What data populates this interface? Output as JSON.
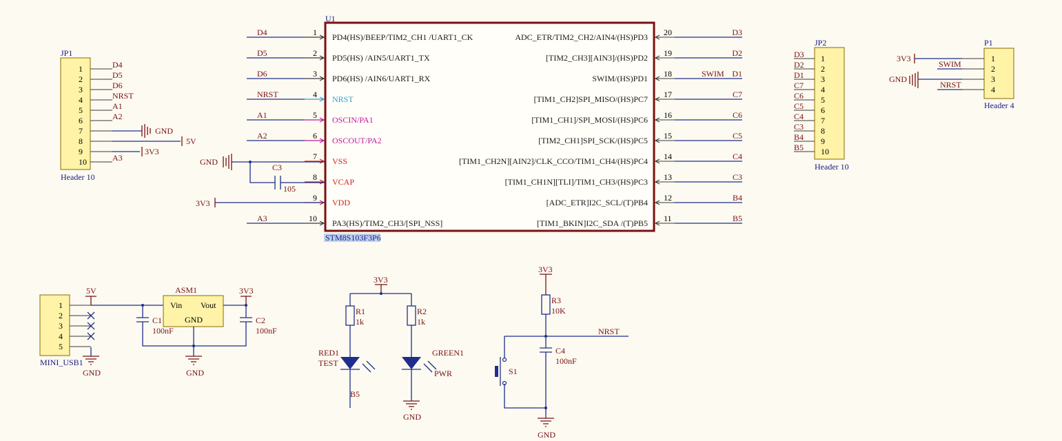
{
  "u1": {
    "designator": "U1",
    "part": "STM8S103F3P6",
    "left_pins": [
      {
        "num": "1",
        "name": "PD4(HS)/BEEP/TIM2_CH1  /UART1_CK",
        "net": "D4",
        "kind": "io"
      },
      {
        "num": "2",
        "name": "PD5(HS) /AIN5/UART1_TX",
        "net": "D5",
        "kind": "io"
      },
      {
        "num": "3",
        "name": "PD6(HS) /AIN6/UART1_RX",
        "net": "D6",
        "kind": "io"
      },
      {
        "num": "4",
        "name": "NRST",
        "net": "NRST",
        "kind": "reset"
      },
      {
        "num": "5",
        "name": "OSCIN/PA1",
        "net": "A1",
        "kind": "osc"
      },
      {
        "num": "6",
        "name": "OSCOUT/PA2",
        "net": "A2",
        "kind": "osc"
      },
      {
        "num": "7",
        "name": "VSS",
        "net": "",
        "kind": "power"
      },
      {
        "num": "8",
        "name": "VCAP",
        "net": "",
        "kind": "power"
      },
      {
        "num": "9",
        "name": "VDD",
        "net": "",
        "kind": "power"
      },
      {
        "num": "10",
        "name": "PA3(HS)/TIM2_CH3/[SPI_NSS]",
        "net": "A3",
        "kind": "io"
      }
    ],
    "right_pins": [
      {
        "num": "20",
        "name": "ADC_ETR/TIM2_CH2/AIN4/(HS)PD3",
        "net": "D3"
      },
      {
        "num": "19",
        "name": "[TIM2_CH3][AIN3]/(HS)PD2",
        "net": "D2"
      },
      {
        "num": "18",
        "name": "SWIM/(HS)PD1",
        "net": "D1",
        "extra": "SWIM"
      },
      {
        "num": "17",
        "name": "[TIM1_CH2]SPI_MISO/(HS)PC7",
        "net": "C7"
      },
      {
        "num": "16",
        "name": "[TIM1_CH1]/SPI_MOSI/(HS)PC6",
        "net": "C6"
      },
      {
        "num": "15",
        "name": "[TIM2_CH1]SPI_SCK/(HS)PC5",
        "net": "C5"
      },
      {
        "num": "14",
        "name": "[TIM1_CH2N][AIN2]/CLK_CCO/TIM1_CH4/(HS)PC4",
        "net": "C4"
      },
      {
        "num": "13",
        "name": "[TIM1_CH1N][TLI]/TIM1_CH3/(HS)PC3",
        "net": "C3"
      },
      {
        "num": "12",
        "name": "[ADC_ETR]I2C_SCL/(T)PB4",
        "net": "B4"
      },
      {
        "num": "11",
        "name": "[TIM1_BKIN]I2C_SDA /(T)PB5",
        "net": "B5"
      }
    ],
    "gnd": "GND",
    "v3": "3V3",
    "cap": {
      "des": "C3",
      "val": "105"
    }
  },
  "jp1": {
    "designator": "JP1",
    "caption": "Header 10",
    "pins": [
      "1",
      "2",
      "3",
      "4",
      "5",
      "6",
      "7",
      "8",
      "9",
      "10"
    ],
    "nets": [
      "D4",
      "D5",
      "D6",
      "NRST",
      "A1",
      "A2",
      "",
      "",
      "",
      "A3"
    ],
    "gnd": "GND",
    "v5": "5V",
    "v3": "3V3"
  },
  "jp2": {
    "designator": "JP2",
    "caption": "Header 10",
    "pins": [
      "1",
      "2",
      "3",
      "4",
      "5",
      "6",
      "7",
      "8",
      "9",
      "10"
    ],
    "nets": [
      "D3",
      "D2",
      "D1",
      "C7",
      "C6",
      "C5",
      "C4",
      "C3",
      "B4",
      "B5"
    ]
  },
  "p1": {
    "designator": "P1",
    "caption": "Header 4",
    "pins": [
      "1",
      "2",
      "3",
      "4"
    ],
    "v3": "3V3",
    "gnd": "GND",
    "swim": "SWIM",
    "nrst": "NRST"
  },
  "usb": {
    "designator": "MINI_USB1",
    "pins": [
      "1",
      "2",
      "3",
      "4",
      "5"
    ],
    "v5": "5V",
    "gnd": "GND"
  },
  "reg": {
    "designator": "ASM1",
    "vin": "Vin",
    "vout": "Vout",
    "gnd_pin": "GND",
    "v3": "3V3",
    "gnd": "GND",
    "c1": {
      "des": "C1",
      "val": "100nF"
    },
    "c2": {
      "des": "C2",
      "val": "100nF"
    }
  },
  "leds": {
    "v3": "3V3",
    "r1": {
      "des": "R1",
      "val": "1k"
    },
    "r2": {
      "des": "R2",
      "val": "1k"
    },
    "red": {
      "des": "RED1",
      "comment": "TEST",
      "net": "B5"
    },
    "green": {
      "des": "GREEN1",
      "comment": "PWR"
    },
    "gnd": "GND"
  },
  "reset": {
    "v3": "3V3",
    "r3": {
      "des": "R3",
      "val": "10K"
    },
    "net": "NRST",
    "c4": {
      "des": "C4",
      "val": "100nF"
    },
    "s1": "S1",
    "gnd": "GND"
  },
  "colors": {
    "wire": "#1f2e8c",
    "label": "#7a1010",
    "chip_outline": "#7a1010",
    "header_fill": "#fff3a8",
    "nrst_pin": "#2a9fd6",
    "osc_pin": "#c2189a",
    "power_pin": "#cc2222"
  }
}
